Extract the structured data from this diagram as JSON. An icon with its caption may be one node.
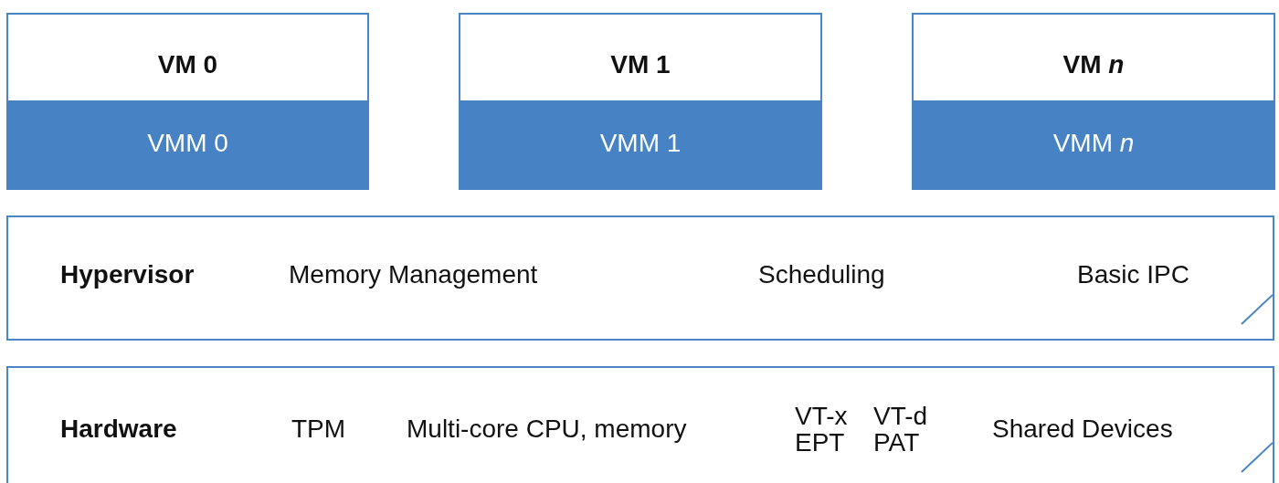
{
  "diagram": {
    "nodes": [
      {
        "text": [
          "VM 0"
        ]
      },
      {
        "text": [
          "VMM 0"
        ],
        "in": 0
      },
      {
        "text": [
          "VM 1"
        ]
      },
      {
        "text": [
          "VMM 1"
        ],
        "in": 2
      },
      {
        "text": [
          "VM *n*"
        ]
      },
      {
        "text": [
          "VMM *n*"
        ],
        "in": 4
      },
      {
        "text": [
          "Hypervisor",
          "Memory Management",
          "Scheduling",
          "Basic IPC"
        ]
      },
      {
        "text": [
          "Hardware",
          "TPM",
          "Multi-core CPU, memory",
          "VT-x EPT",
          "VT-d PAT",
          "Shared Devices"
        ]
      }
    ],
    "edges": []
  }
}
